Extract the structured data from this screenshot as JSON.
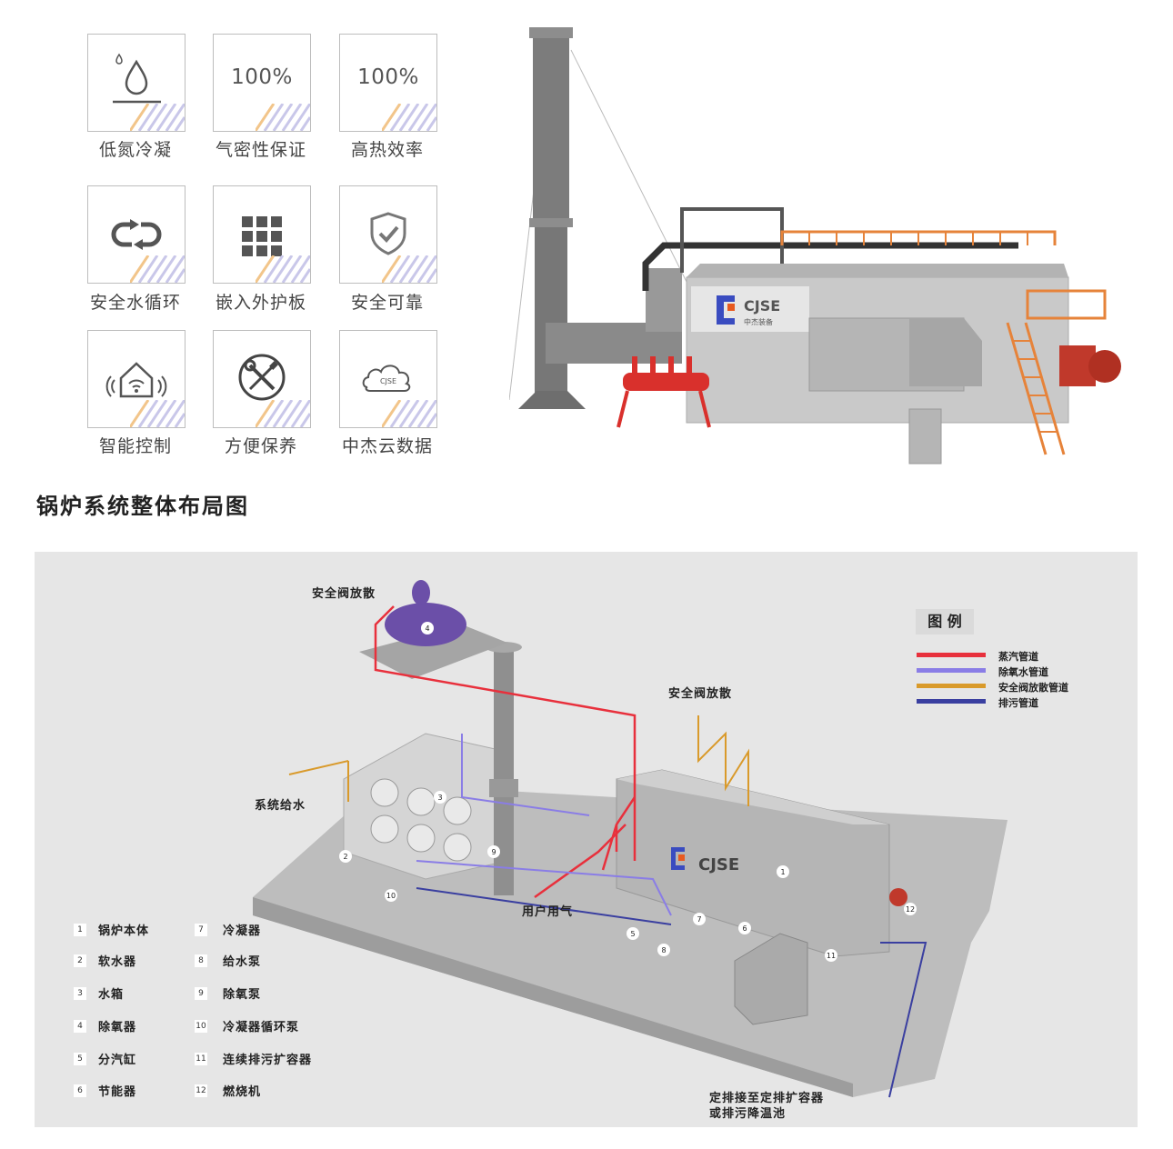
{
  "features": [
    {
      "label": "低氮冷凝",
      "icon": "droplet-icon",
      "text": ""
    },
    {
      "label": "气密性保证",
      "icon": "",
      "text": "100%"
    },
    {
      "label": "高热效率",
      "icon": "",
      "text": "100%"
    },
    {
      "label": "安全水循环",
      "icon": "loop-arrows-icon",
      "text": ""
    },
    {
      "label": "嵌入外护板",
      "icon": "grid-icon",
      "text": ""
    },
    {
      "label": "安全可靠",
      "icon": "shield-check-icon",
      "text": ""
    },
    {
      "label": "智能控制",
      "icon": "smart-home-icon",
      "text": ""
    },
    {
      "label": "方便保养",
      "icon": "wrench-screwdriver-icon",
      "text": ""
    },
    {
      "label": "中杰云数据",
      "icon": "cloud-icon",
      "text": ""
    }
  ],
  "boiler_brand": "CJSE",
  "boiler_brand_cn": "中杰装备",
  "section_title": "锅炉系统整体布局图",
  "callouts": {
    "safety_vent_top": "安全阀放散",
    "safety_vent_right": "安全阀放散",
    "system_feedwater": "系统给水",
    "user_steam": "用户用气",
    "blowdown_line1": "定排接至定排扩容器",
    "blowdown_line2": "或排污降温池"
  },
  "legend": {
    "title": "图 例",
    "items": [
      {
        "label": "蒸汽管道",
        "color": "#e8303c"
      },
      {
        "label": "除氧水管道",
        "color": "#8a7de6"
      },
      {
        "label": "安全阀放散管道",
        "color": "#d99a2b"
      },
      {
        "label": "排污管道",
        "color": "#3a3fa0"
      }
    ]
  },
  "components": [
    {
      "num": "1",
      "label": "锅炉本体"
    },
    {
      "num": "2",
      "label": "软水器"
    },
    {
      "num": "3",
      "label": "水箱"
    },
    {
      "num": "4",
      "label": "除氧器"
    },
    {
      "num": "5",
      "label": "分汽缸"
    },
    {
      "num": "6",
      "label": "节能器"
    },
    {
      "num": "7",
      "label": "冷凝器"
    },
    {
      "num": "8",
      "label": "给水泵"
    },
    {
      "num": "9",
      "label": "除氧泵"
    },
    {
      "num": "10",
      "label": "冷凝器循环泵"
    },
    {
      "num": "11",
      "label": "连续排污扩容器"
    },
    {
      "num": "12",
      "label": "燃烧机"
    }
  ],
  "colors": {
    "steam": "#e8303c",
    "deaerated_water": "#8a7de6",
    "safety_vent": "#d99a2b",
    "blowdown": "#3a3fa0",
    "stripe": "#c9c7e9",
    "stripe_accent": "#f2c58a"
  }
}
